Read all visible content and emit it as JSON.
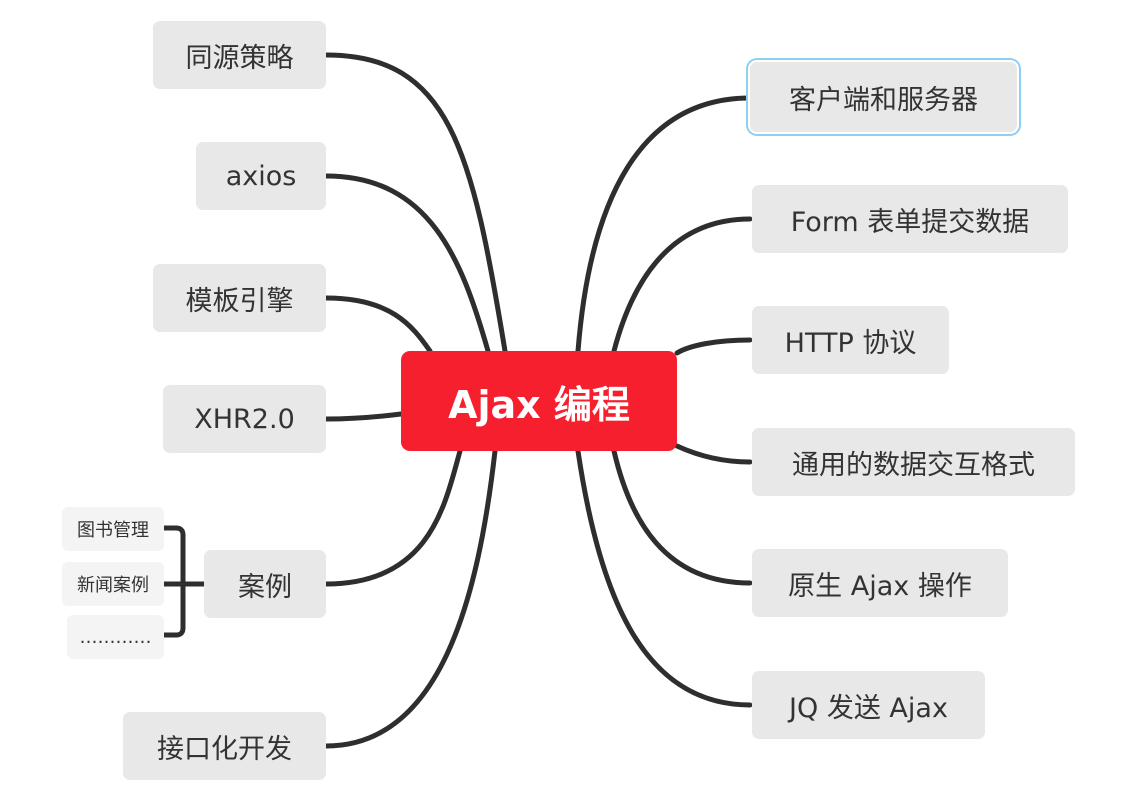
{
  "root": {
    "label": "Ajax 编程",
    "color": "#f51f2e"
  },
  "link_color": "#2e2e2e",
  "left_topics": [
    {
      "label": "同源策略"
    },
    {
      "label": "axios"
    },
    {
      "label": "模板引擎"
    },
    {
      "label": "XHR2.0"
    },
    {
      "label": "案例",
      "children": [
        "图书管理",
        "新闻案例",
        "…………"
      ]
    },
    {
      "label": "接口化开发"
    }
  ],
  "right_topics": [
    {
      "label": "客户端和服务器",
      "selected": true
    },
    {
      "label": "Form 表单提交数据"
    },
    {
      "label": "HTTP 协议"
    },
    {
      "label": "通用的数据交互格式"
    },
    {
      "label": "原生 Ajax 操作"
    },
    {
      "label": "JQ 发送 Ajax"
    }
  ]
}
